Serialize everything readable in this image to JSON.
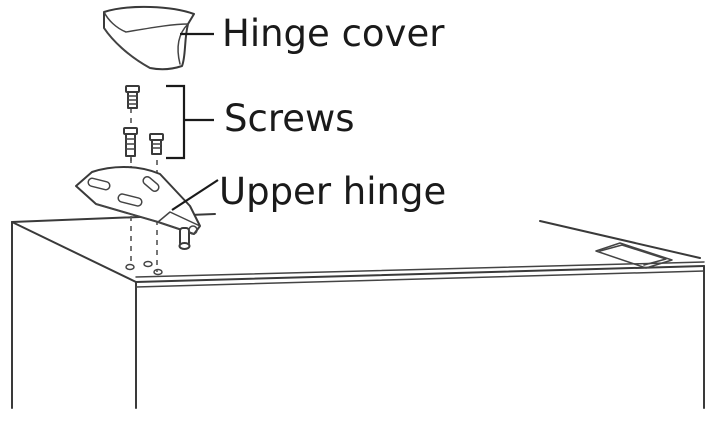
{
  "labels": {
    "hinge_cover": "Hinge cover",
    "screws": "Screws",
    "upper_hinge": "Upper hinge"
  }
}
